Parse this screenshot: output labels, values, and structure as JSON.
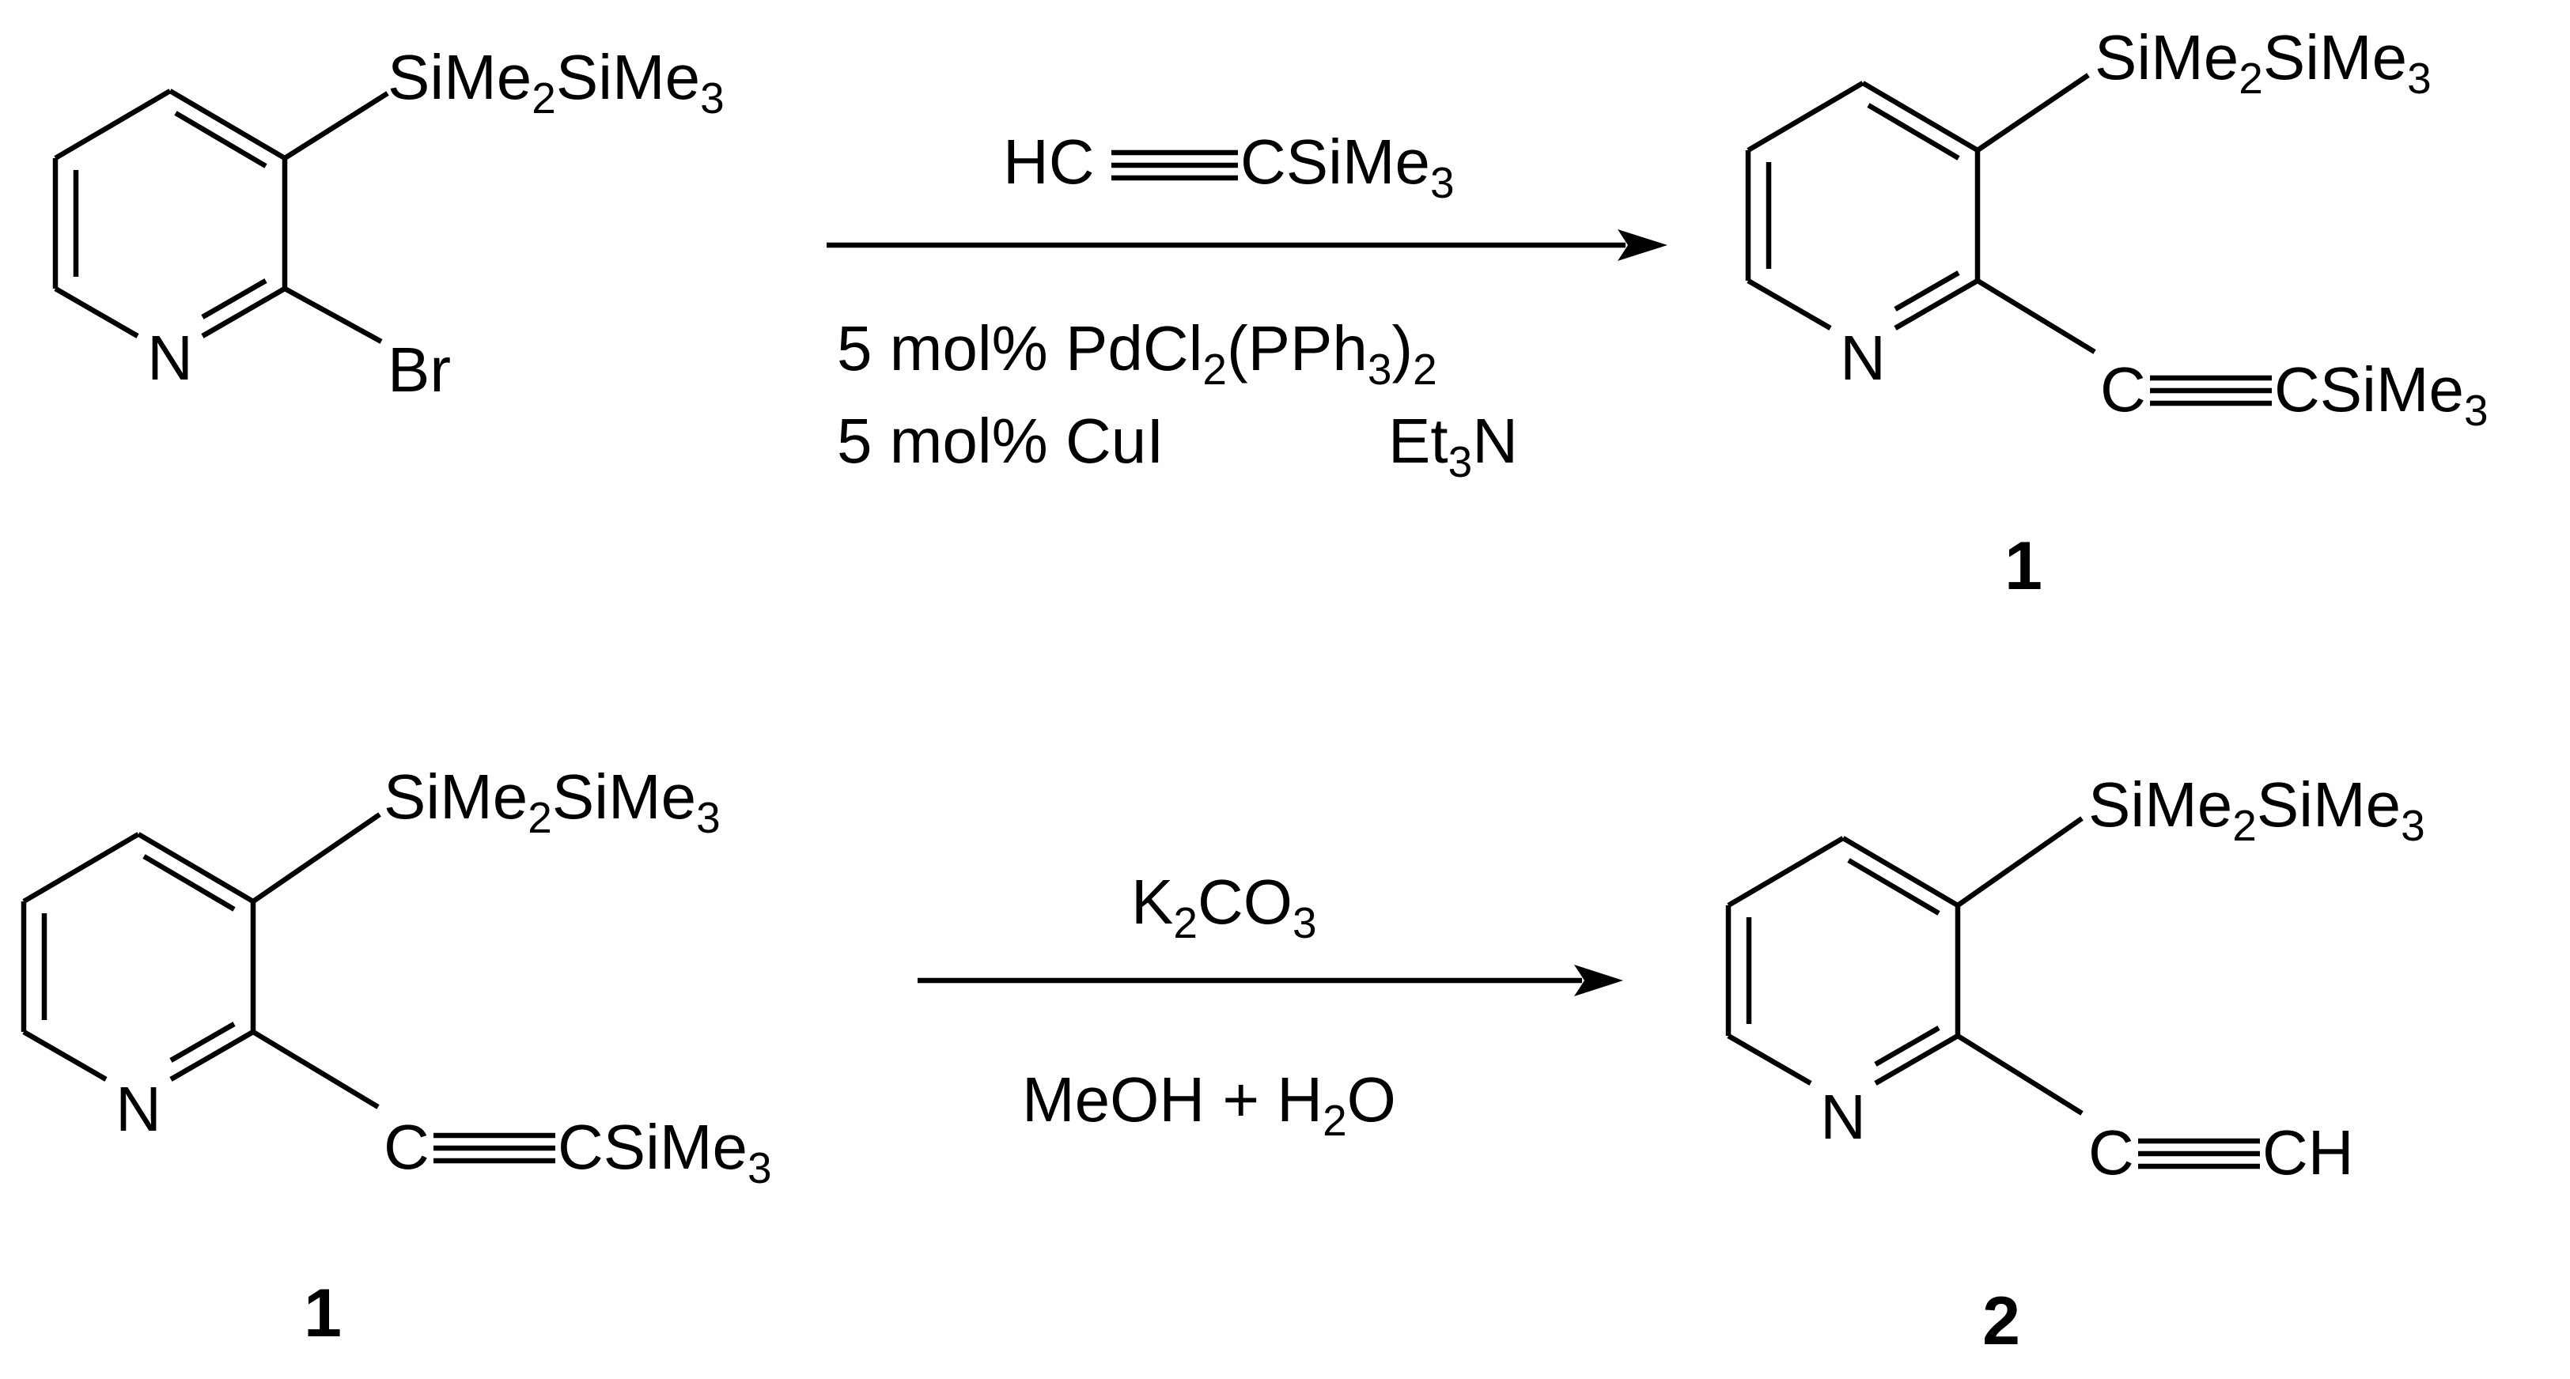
{
  "scheme": {
    "reaction1": {
      "reactant": {
        "ring_atom": "N",
        "substituent_top": [
          "SiMe",
          "2",
          "SiMe",
          "3"
        ],
        "substituent_bottom": "Br"
      },
      "reagent_above": [
        "HC",
        "CSiMe",
        "3"
      ],
      "conditions_line1": [
        "5 mol% PdCl",
        "2",
        "(PPh",
        "3",
        ")",
        "2"
      ],
      "conditions_line2_a": "5 mol% CuI",
      "conditions_line2_b": [
        "Et",
        "3",
        "N"
      ],
      "product": {
        "ring_atom": "N",
        "substituent_top": [
          "SiMe",
          "2",
          "SiMe",
          "3"
        ],
        "alkyne_c": "C",
        "alkyne_end": [
          "CSiMe",
          "3"
        ],
        "compound_number": "1"
      }
    },
    "reaction2": {
      "reactant": {
        "ring_atom": "N",
        "substituent_top": [
          "SiMe",
          "2",
          "SiMe",
          "3"
        ],
        "alkyne_c": "C",
        "alkyne_end": [
          "CSiMe",
          "3"
        ],
        "compound_number": "1"
      },
      "reagent_above": [
        "K",
        "2",
        "CO",
        "3"
      ],
      "conditions_below": [
        "MeOH + H",
        "2",
        "O"
      ],
      "product": {
        "ring_atom": "N",
        "substituent_top": [
          "SiMe",
          "2",
          "SiMe",
          "3"
        ],
        "alkyne_c": "C",
        "alkyne_end": "CH",
        "compound_number": "2"
      }
    },
    "colors": {
      "ink": "#000000",
      "background": "#ffffff"
    }
  }
}
